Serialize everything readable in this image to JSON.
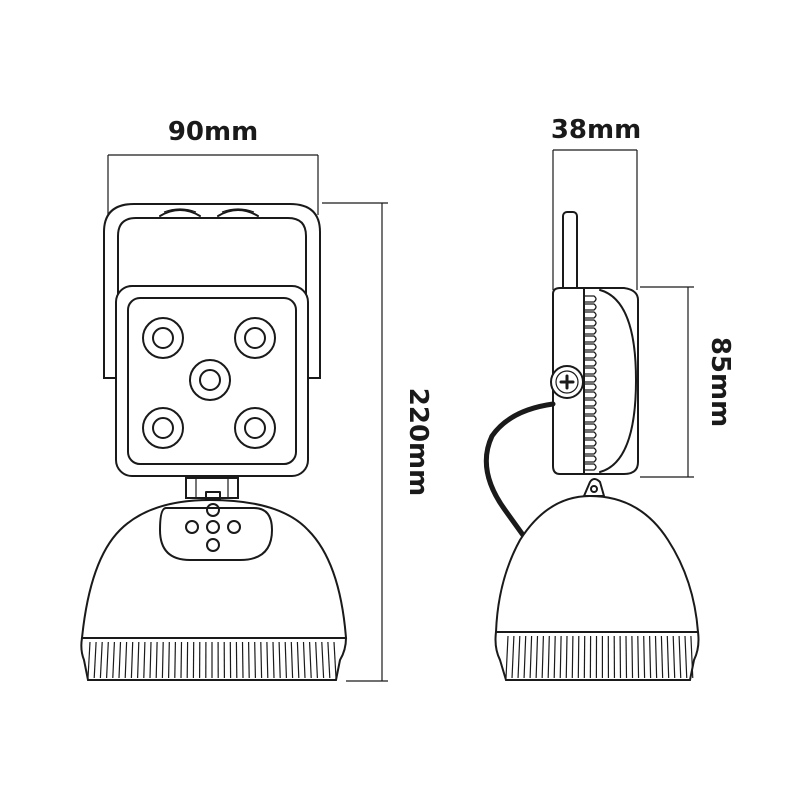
{
  "dimensions": {
    "front_width": "90mm",
    "front_height": "220mm",
    "side_depth": "38mm",
    "side_head_height": "85mm"
  },
  "colors": {
    "line": "#1a1a1a",
    "background": "#ffffff"
  }
}
